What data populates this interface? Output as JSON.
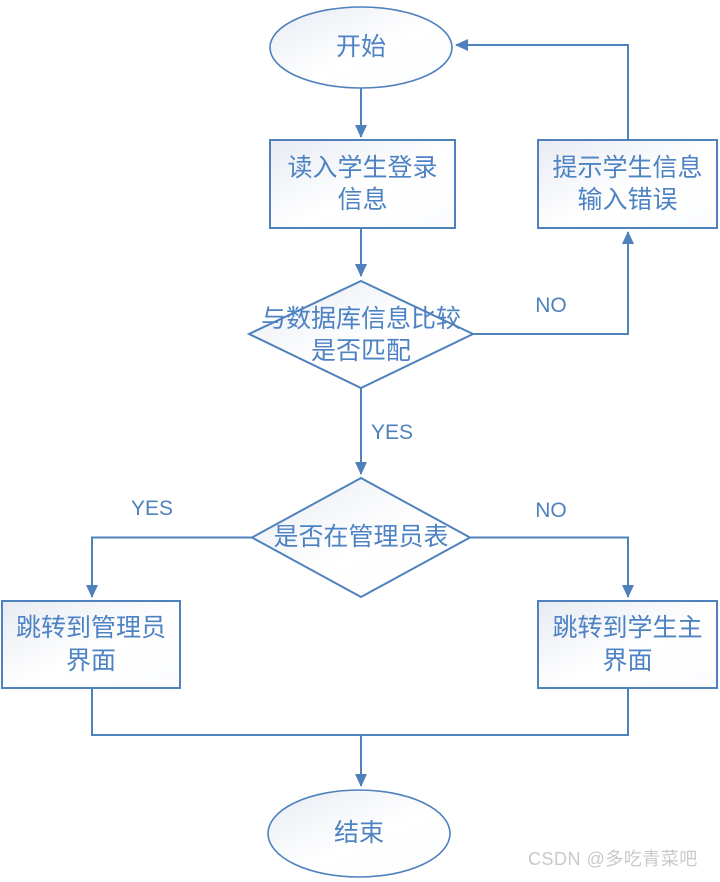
{
  "palette": {
    "stroke": "#4f81bd",
    "node-text": "#4d82c3",
    "label-text": "#4f81bd",
    "watermark": "#c9c9c9",
    "fill-edge": "#e7ebf2",
    "fill-center": "#ffffff"
  },
  "nodes": {
    "start": {
      "type": "ellipse",
      "label": "开始"
    },
    "read_login": {
      "type": "rect",
      "label": "读入学生登录\n信息"
    },
    "error_prompt": {
      "type": "rect",
      "label": "提示学生信息\n输入错误"
    },
    "compare_db": {
      "type": "diamond",
      "label": "与数据库信息比较\n是否匹配"
    },
    "is_admin": {
      "type": "diamond",
      "label": "是否在管理员表"
    },
    "goto_admin": {
      "type": "rect",
      "label": "跳转到管理员\n界面"
    },
    "goto_student": {
      "type": "rect",
      "label": "跳转到学生主\n界面"
    },
    "end": {
      "type": "ellipse",
      "label": "结束"
    }
  },
  "edges": [
    {
      "from": "start",
      "to": "read_login"
    },
    {
      "from": "read_login",
      "to": "compare_db"
    },
    {
      "from": "compare_db",
      "to": "error_prompt",
      "label": "NO"
    },
    {
      "from": "error_prompt",
      "to": "start"
    },
    {
      "from": "compare_db",
      "to": "is_admin",
      "label": "YES"
    },
    {
      "from": "is_admin",
      "to": "goto_admin",
      "label": "YES"
    },
    {
      "from": "is_admin",
      "to": "goto_student",
      "label": "NO"
    },
    {
      "from": "goto_admin",
      "to": "end"
    },
    {
      "from": "goto_student",
      "to": "end"
    }
  ],
  "watermark": {
    "text": "CSDN @多吃青菜吧"
  }
}
